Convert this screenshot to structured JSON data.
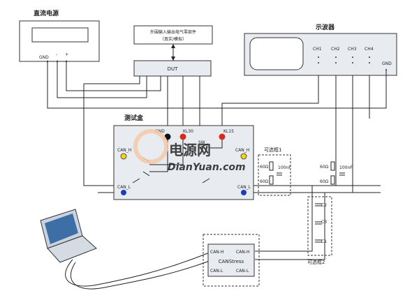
{
  "power_supply": {
    "title": "直流电源",
    "gnd": "GND",
    "minus": "-",
    "plus": "+"
  },
  "periph": {
    "line1": "外围输入输出电气零部件",
    "line2": "（真实/模拟）"
  },
  "dut": {
    "label": "DUT"
  },
  "scope": {
    "title": "示波器",
    "ch1": "CH1",
    "ch2": "CH2",
    "ch3": "CH3",
    "ch4": "CH4",
    "gnd": "GND"
  },
  "testbox": {
    "title": "测试盒",
    "gnd": "GND",
    "kl30": "KL30",
    "kl15": "KL15",
    "sw": "SW",
    "canh_left": "CAN_H",
    "canh_right": "CAN_H",
    "canl_left": "CAN_L",
    "canl_right": "CAN_L"
  },
  "option1": {
    "title": "可选框1",
    "r1": "60Ω",
    "r2": "60Ω",
    "cap": "100nF"
  },
  "right_term": {
    "r1": "60Ω",
    "r2": "60Ω",
    "cap": "100nF"
  },
  "option2": {
    "title": "可选框2",
    "c1": "C1",
    "c2": "C2",
    "c3": "C3"
  },
  "canstress": {
    "title": "CANStress",
    "canh_left": "CAN-H",
    "canl_left": "CAN-L",
    "canh_right": "CAN-H",
    "canl_right": "CAN-L"
  },
  "watermark": {
    "logo": "电源网",
    "url": "DianYuan.com"
  },
  "colors": {
    "gnd_dot": "#111111",
    "kl_dot": "#d42a1f",
    "canh_dot": "#f2d21c",
    "canl_dot": "#1d3fb6",
    "shade": "#e8ecf1",
    "watermark": "#f4c9a8"
  }
}
